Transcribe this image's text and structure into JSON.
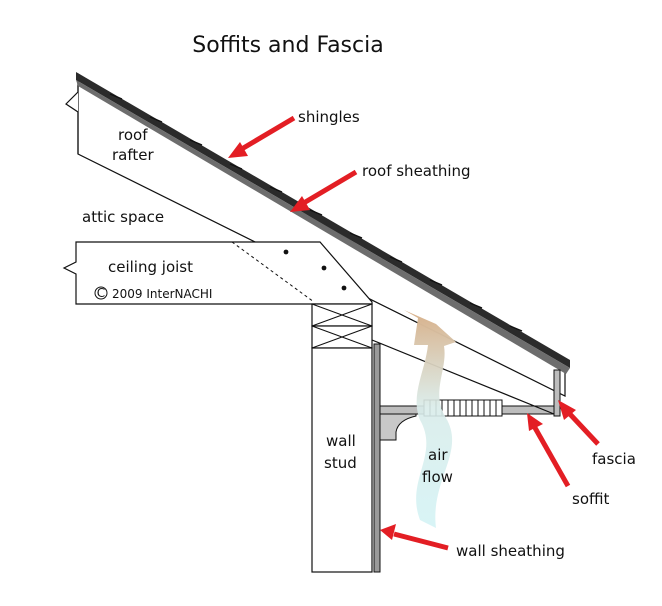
{
  "title": "Soffits and Fascia",
  "labels": {
    "shingles": "shingles",
    "roof_sheathing": "roof sheathing",
    "roof_rafter_1": "roof",
    "roof_rafter_2": "rafter",
    "attic_space": "attic space",
    "ceiling_joist": "ceiling joist",
    "copyright": "2009  InterNACHI",
    "copyright_symbol": "C",
    "wall_stud_1": "wall",
    "wall_stud_2": "stud",
    "air_flow_1": "air",
    "air_flow_2": "flow",
    "fascia": "fascia",
    "soffit": "soffit",
    "wall_sheathing": "wall sheathing"
  },
  "colors": {
    "arrow": "#e31e24",
    "line": "#111111",
    "roof": "#2b2b2b",
    "airflow_top": "#d9b48f",
    "airflow_bottom": "#c9eff2",
    "sheathing": "#9a9a9a"
  }
}
